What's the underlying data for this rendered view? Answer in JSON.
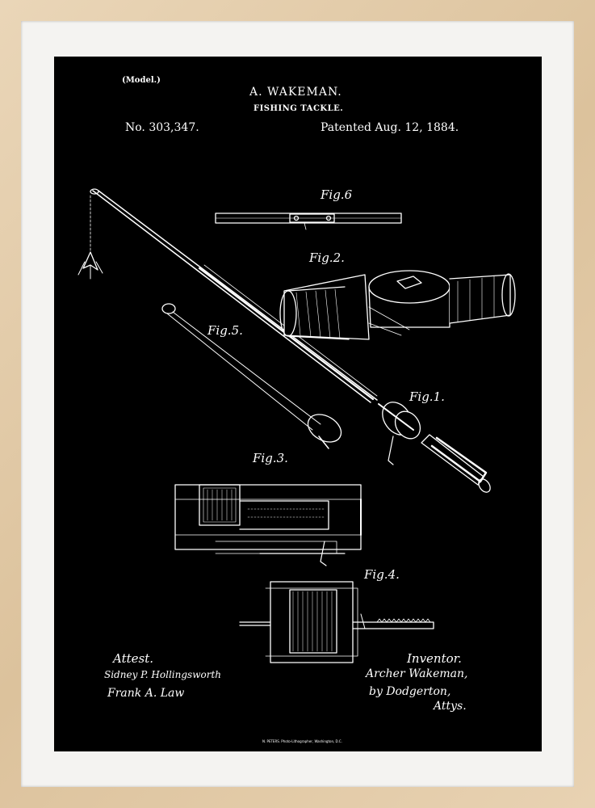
{
  "patent": {
    "model_label": "(Model.)",
    "inventor_name": "A. WAKEMAN.",
    "title": "FISHING TACKLE.",
    "number": "No. 303,347.",
    "date": "Patented Aug. 12, 1884."
  },
  "figures": {
    "fig1": "Fig.1.",
    "fig2": "Fig.2.",
    "fig3": "Fig.3.",
    "fig4": "Fig.4.",
    "fig5": "Fig.5.",
    "fig6": "Fig.6"
  },
  "signatures": {
    "attest_label": "Attest.",
    "witness1": "Sidney P. Hollingsworth",
    "witness2": "Frank A. Law",
    "inventor_label": "Inventor.",
    "inventor_signature": "Archer Wakeman,",
    "attorney_line": "by Dodgerton,",
    "attys": "Attys."
  },
  "printer_credit": "N. PETERS. Photo-Lithographer, Washington, D.C.",
  "colors": {
    "frame": "#e0c7a3",
    "mat": "#f4f3f1",
    "print_background": "#000000",
    "ink": "#ffffff"
  }
}
